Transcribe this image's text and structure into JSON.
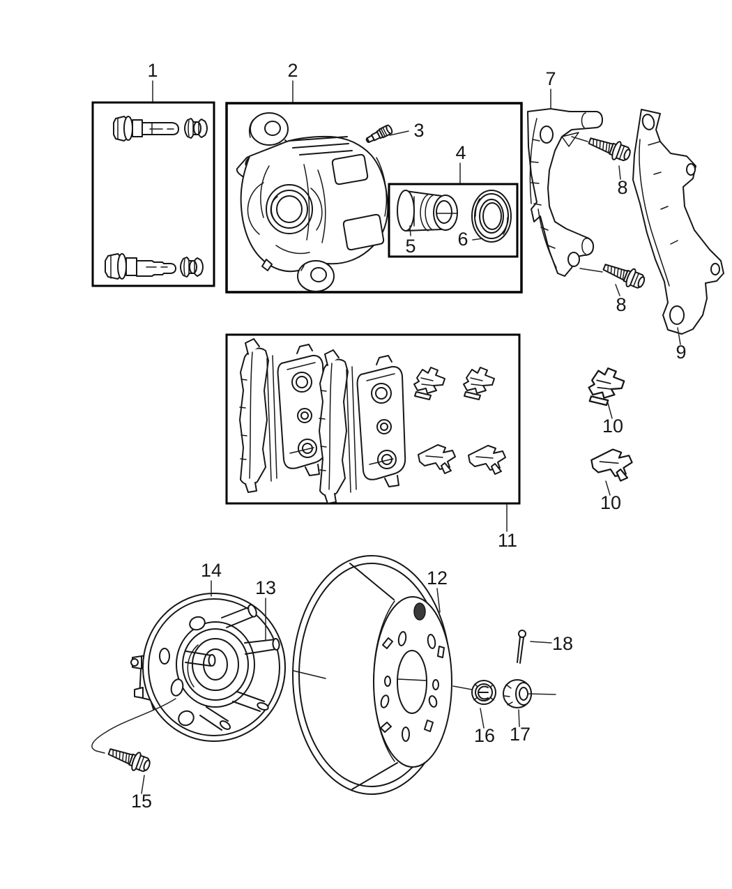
{
  "colors": {
    "background": "#ffffff",
    "line": "#161616",
    "box_border": "#000000",
    "label_text": "#161616"
  },
  "callouts": {
    "c1": {
      "label": "1"
    },
    "c2": {
      "label": "2"
    },
    "c3": {
      "label": "3"
    },
    "c4": {
      "label": "4"
    },
    "c5": {
      "label": "5"
    },
    "c6": {
      "label": "6"
    },
    "c7": {
      "label": "7"
    },
    "c8a": {
      "label": "8"
    },
    "c8b": {
      "label": "8"
    },
    "c9": {
      "label": "9"
    },
    "c10a": {
      "label": "10"
    },
    "c10b": {
      "label": "10"
    },
    "c11": {
      "label": "11"
    },
    "c12": {
      "label": "12"
    },
    "c13": {
      "label": "13"
    },
    "c14": {
      "label": "14"
    },
    "c15": {
      "label": "15"
    },
    "c16": {
      "label": "16"
    },
    "c17": {
      "label": "17"
    },
    "c18": {
      "label": "18"
    }
  }
}
